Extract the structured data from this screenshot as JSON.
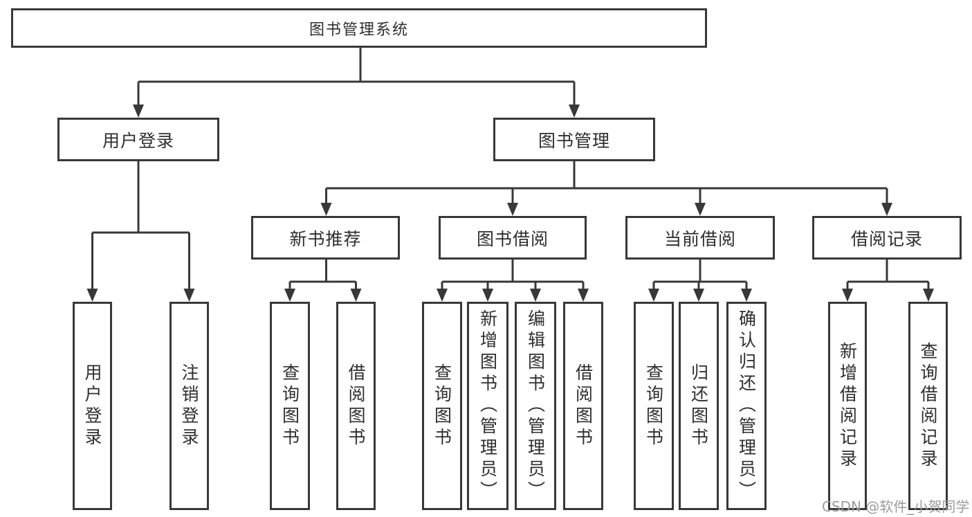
{
  "diagram": {
    "root": {
      "label": "图书管理系统"
    },
    "level1": [
      {
        "label": "用户登录"
      },
      {
        "label": "图书管理"
      }
    ],
    "level2": [
      {
        "label": "新书推荐"
      },
      {
        "label": "图书借阅"
      },
      {
        "label": "当前借阅"
      },
      {
        "label": "借阅记录"
      }
    ],
    "leaves": [
      {
        "parent": "用户登录",
        "label": "用户登录"
      },
      {
        "parent": "用户登录",
        "label": "注销登录"
      },
      {
        "parent": "新书推荐",
        "label": "查询图书"
      },
      {
        "parent": "新书推荐",
        "label": "借阅图书"
      },
      {
        "parent": "图书借阅",
        "label": "查询图书"
      },
      {
        "parent": "图书借阅",
        "label": "新增图书（管理员）"
      },
      {
        "parent": "图书借阅",
        "label": "编辑图书（管理员）"
      },
      {
        "parent": "图书借阅",
        "label": "借阅图书"
      },
      {
        "parent": "当前借阅",
        "label": "查询图书"
      },
      {
        "parent": "当前借阅",
        "label": "归还图书"
      },
      {
        "parent": "当前借阅",
        "label": "确认归还（管理员）"
      },
      {
        "parent": "借阅记录",
        "label": "新增借阅记录"
      },
      {
        "parent": "借阅记录",
        "label": "查询借阅记录"
      }
    ],
    "line_color": "#383838",
    "watermark": "CSDN @软件_小贺同学"
  }
}
